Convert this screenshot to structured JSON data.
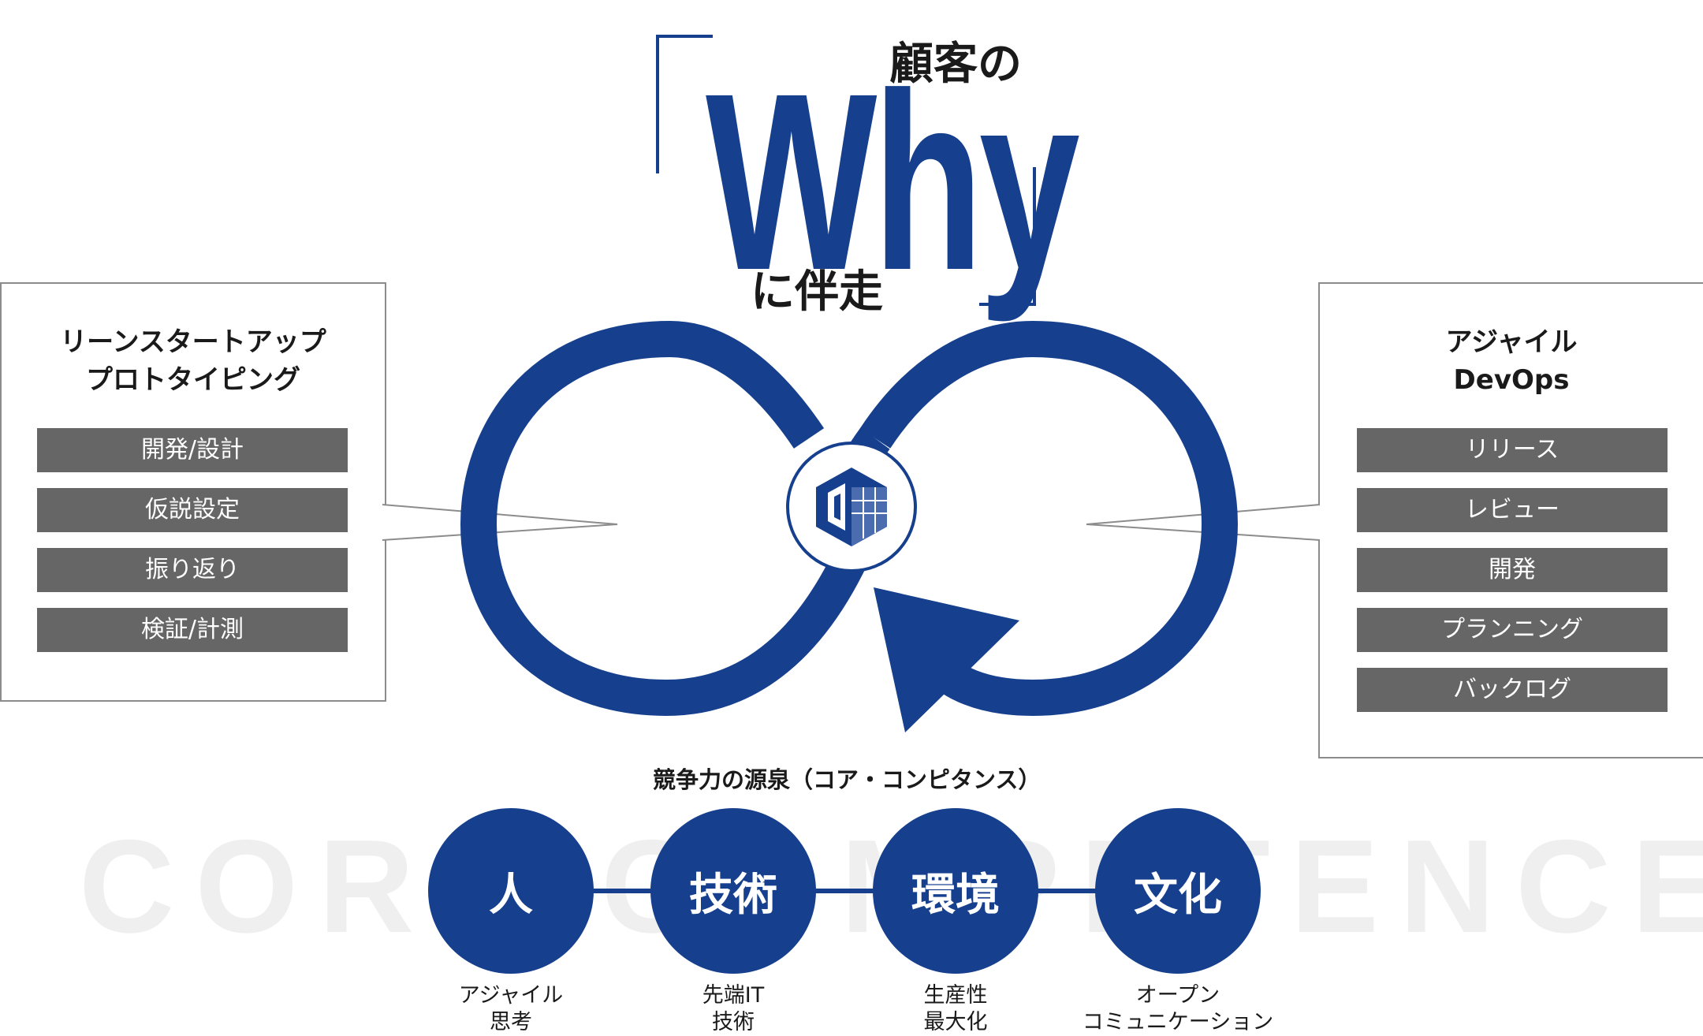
{
  "headline": {
    "prefix": "顧客の",
    "keyword": "Why",
    "suffix": "に伴走"
  },
  "left_panel": {
    "title_line1": "リーンスタートアップ",
    "title_line2": "プロトタイピング",
    "items": [
      "開発/設計",
      "仮説設定",
      "振り返り",
      "検証/計測"
    ]
  },
  "right_panel": {
    "title_line1": "アジャイル",
    "title_line2": "DevOps",
    "items": [
      "リリース",
      "レビュー",
      "開発",
      "プランニング",
      "バックログ"
    ]
  },
  "core": {
    "title": "競争力の源泉（コア・コンピタンス）",
    "watermark": "CORE COMPETENCE",
    "pillars": [
      {
        "label": "人",
        "sub1": "アジャイル",
        "sub2": "思考"
      },
      {
        "label": "技術",
        "sub1": "先端IT",
        "sub2": "技術"
      },
      {
        "label": "環境",
        "sub1": "生産性",
        "sub2": "最大化"
      },
      {
        "label": "文化",
        "sub1": "オープン",
        "sub2": "コミュニケーション"
      }
    ]
  },
  "colors": {
    "brand": "#16408e",
    "pill": "#666666",
    "panel_border": "#8c8c8c",
    "watermark": "#efefef"
  },
  "icons": {
    "center": "cube-logo-icon",
    "loop": "infinity-loop-icon",
    "arrow": "arrowhead-icon"
  }
}
